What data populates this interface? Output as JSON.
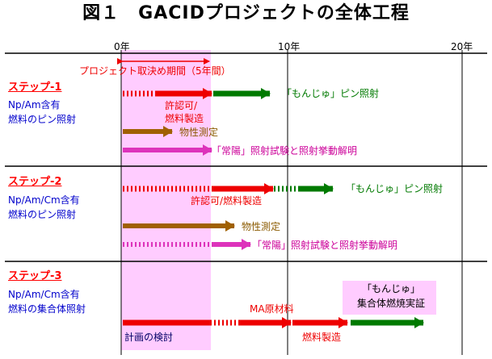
{
  "title": "図１　GACIDプロジェクトの全体工程",
  "timeline": {
    "ticks": [
      "0年",
      "10年",
      "20年"
    ]
  },
  "phase_banner": "プロジェクト取決め期間（5年間）",
  "steps": [
    {
      "heading": "ステップ-1",
      "description": [
        "Np/Am含有",
        "燃料のピン照射"
      ],
      "labels": {
        "licensing": [
          "許認可/",
          "燃料製造"
        ],
        "monju": "「もんじゅ」ピン照射",
        "property": "物性測定",
        "joyo": "「常陽」照射試験と照射挙動解明"
      }
    },
    {
      "heading": "ステップ-2",
      "description": [
        "Np/Am/Cm含有",
        "燃料のピン照射"
      ],
      "labels": {
        "licensing": "許認可/燃料製造",
        "monju": "「もんじゅ」ピン照射",
        "property": "物性測定",
        "joyo": "「常陽」照射試験と照射挙動解明"
      }
    },
    {
      "heading": "ステップ-3",
      "description": [
        "Np/Am/Cm含有",
        "燃料の集合体照射"
      ],
      "labels": {
        "plan": "計画の検討",
        "ma": "MA原材料",
        "fuel": "燃料製造",
        "monju": [
          "「もんじゅ」",
          "集合体燃焼実証"
        ]
      }
    }
  ],
  "colors": {
    "red": "#ee0000",
    "green": "#007a00",
    "brown": "#a06000",
    "magenta": "#dd33bb",
    "highlight": "#ffccff",
    "blue_text": "#0000cc"
  }
}
